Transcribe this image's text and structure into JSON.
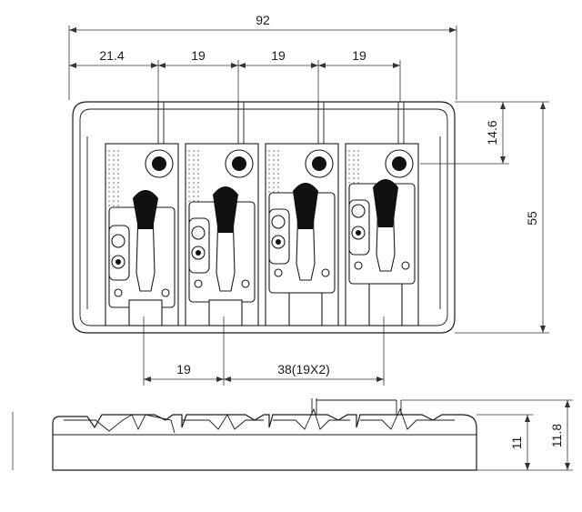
{
  "dimensions": {
    "overall_width": "92",
    "first_offset": "21.4",
    "spacing_a": "19",
    "spacing_b": "19",
    "spacing_c": "19",
    "bottom_spacing": "19",
    "bottom_span": "38(19X2)",
    "screw_offset": "14.6",
    "overall_length": "55",
    "side_height_a": "11",
    "side_height_b": "11.8"
  }
}
